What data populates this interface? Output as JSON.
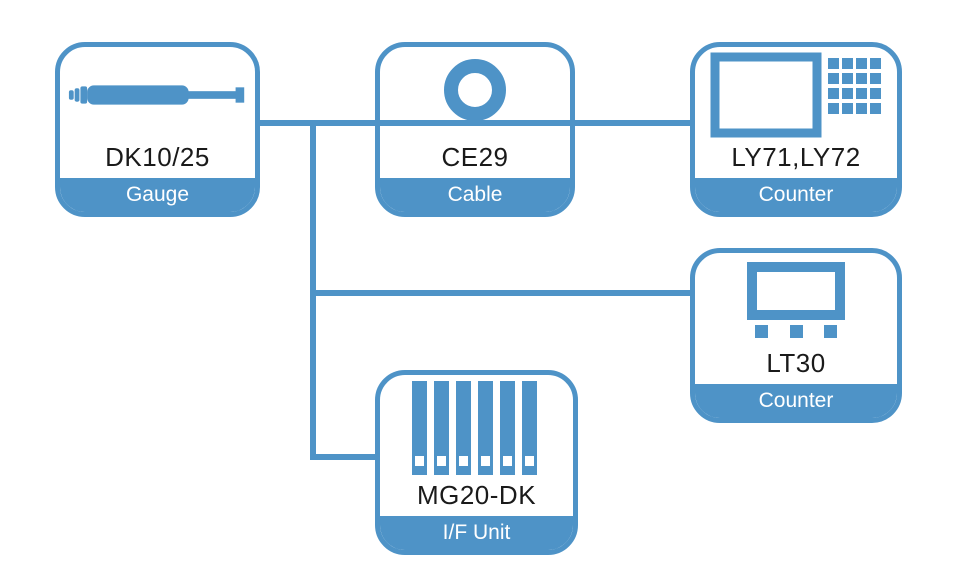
{
  "accent_color": "#4E93C7",
  "text_color": "#1A1A1A",
  "nodes": {
    "gauge": {
      "model": "DK10/25",
      "type_label": "Gauge",
      "icon": "gauge-probe-icon"
    },
    "cable": {
      "model": "CE29",
      "type_label": "Cable",
      "icon": "cable-coil-icon"
    },
    "counter_ly": {
      "model": "LY71,LY72",
      "type_label": "Counter",
      "icon": "counter-front-panel-icon"
    },
    "counter_lt": {
      "model": "LT30",
      "type_label": "Counter",
      "icon": "counter-display-icon"
    },
    "if_unit": {
      "model": "MG20-DK",
      "type_label": "I/F Unit",
      "icon": "interface-unit-modules-icon"
    }
  },
  "connections": [
    {
      "from": "gauge",
      "to": "cable"
    },
    {
      "from": "cable",
      "to": "counter_ly"
    },
    {
      "from": "gauge",
      "to": "counter_lt"
    },
    {
      "from": "gauge",
      "to": "if_unit"
    }
  ]
}
